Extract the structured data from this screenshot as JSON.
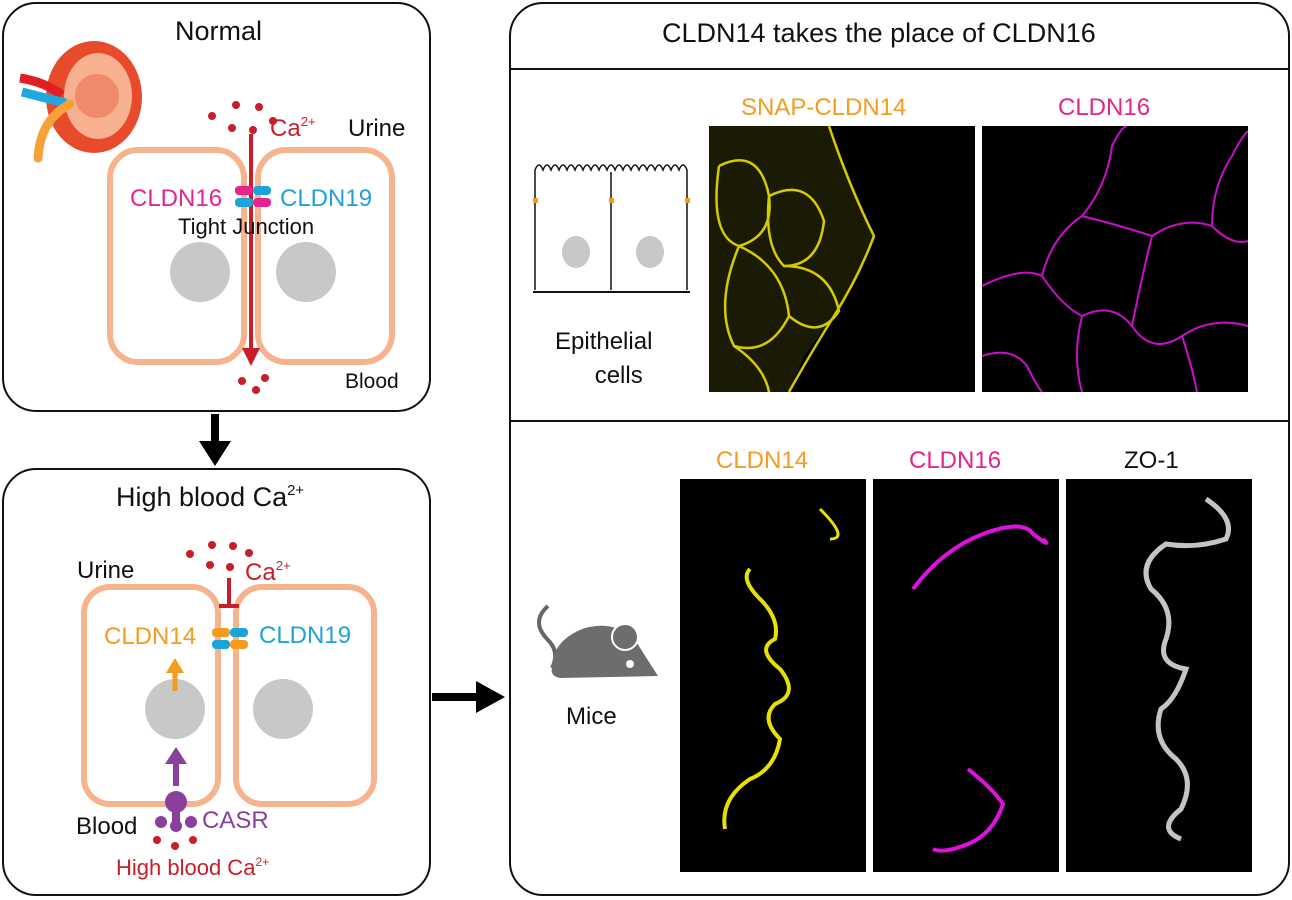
{
  "normal_panel": {
    "title": "Normal",
    "ion": "Ca",
    "ion_charge": "2+",
    "urine_label": "Urine",
    "blood_label": "Blood",
    "cldn16_label": "CLDN16",
    "cldn19_label": "CLDN19",
    "junction_label": "Tight Junction"
  },
  "high_panel": {
    "title_main": "High blood Ca",
    "title_charge": "2+",
    "urine_label": "Urine",
    "ion": "Ca",
    "ion_charge": "2+",
    "cldn14_label": "CLDN14",
    "cldn19_label": "CLDN19",
    "blood_label": "Blood",
    "casr_label": "CASR",
    "bottom_label_main": "High blood Ca",
    "bottom_label_charge": "2+"
  },
  "right_panel": {
    "title": "CLDN14 takes the place of CLDN16",
    "epithelial_label_line1": "Epithelial",
    "epithelial_label_line2": "cells",
    "snap_cldn14_label": "SNAP-CLDN14",
    "cldn16_top_label": "CLDN16",
    "mice_label": "Mice",
    "cldn14_label": "CLDN14",
    "cldn16_label": "CLDN16",
    "zo1_label": "ZO-1"
  },
  "colors": {
    "cldn16": "#e5248c",
    "cldn19": "#1ea3d8",
    "cldn14": "#f39c1f",
    "casr": "#8a3f9c",
    "calcium": "#c81e2a",
    "cell_border": "#f6b48e",
    "nucleus": "#c8c8c8",
    "yellow_stain": "#e8e000",
    "magenta_stain": "#e010e0",
    "gray_stain": "#e6e6e6"
  }
}
